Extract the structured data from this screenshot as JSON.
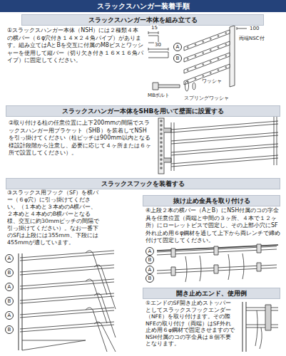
{
  "diagram": {
    "nodes": [
      {
        "text": [
          "スラックスハンガー装着手順"
        ]
      },
      {
        "text": [
          "スラックスハンガー本体を組み立てる"
        ]
      },
      {
        "text": [
          "スラックスハンガー本体をSHBを用いて壁面に設置する"
        ]
      },
      {
        "text": [
          "スラックスフックを装着する"
        ]
      },
      {
        "text": [
          "抜け止め金具を取り付ける"
        ]
      },
      {
        "text": [
          "開き止めエンド、使用例"
        ]
      }
    ],
    "labels": [
      "①スラックスハンガー本体（NSH）には２種類４本の横バー（６φ穴付き１４×２４角パイプ）があります。組み立てはAとBを交互に付属のM8ビスとワッシャーを使用して縦バー（切り欠き付き１６×１６角パイプ）に固定してください。",
      "15",
      "100",
      "両端NSC付",
      "30",
      "A",
      "B",
      "M8ボルト",
      "ワッシャ",
      "スプリングワッシャ",
      "②取り付ける柱の任意位置に上下200mmの間隔でスラックスハンガー用ブラケット（SHB）を装着してNSHを引っ掛けてください（柱ピッチは900mm以内となる様設計段階から注意し、必要に応じて４ヶ所または６ヶ所で設置してください）。",
      "③スラックス用フック（SF）を横バー（６φ穴）に引っ掛けてください。（１本めと３本めのA横バー、２本めと４本めのB横バーとなる様、交互に約30mmピッチの間隔で引っ掛けてください）。なお一番下のSFは上段には355mm、下段には455mmが適しています。",
      "A",
      "B",
      "A",
      "B",
      "A",
      "B",
      "④上段２本の横バー（AとB）にNSH付属のコの字金具を任意位置（両端と中間の３ヶ所、４本で１２ヶ所）にローレットビスで固定し、その上部小穴にSF外れ止め用６φ鋼材を通して上下から両レンチで締め付けて固定してください。",
      "A",
      "B",
      "A",
      "B",
      "⑤エンドのSF開き止めストッパーとしてスラックスフックエンダー（NFE）を取り付けます。その際NFEの取り付け（両端）はSF外れ止め用６φ鋼材で固定させますのでNSH付属のコの字金具は８個不要となります。"
    ]
  }
}
